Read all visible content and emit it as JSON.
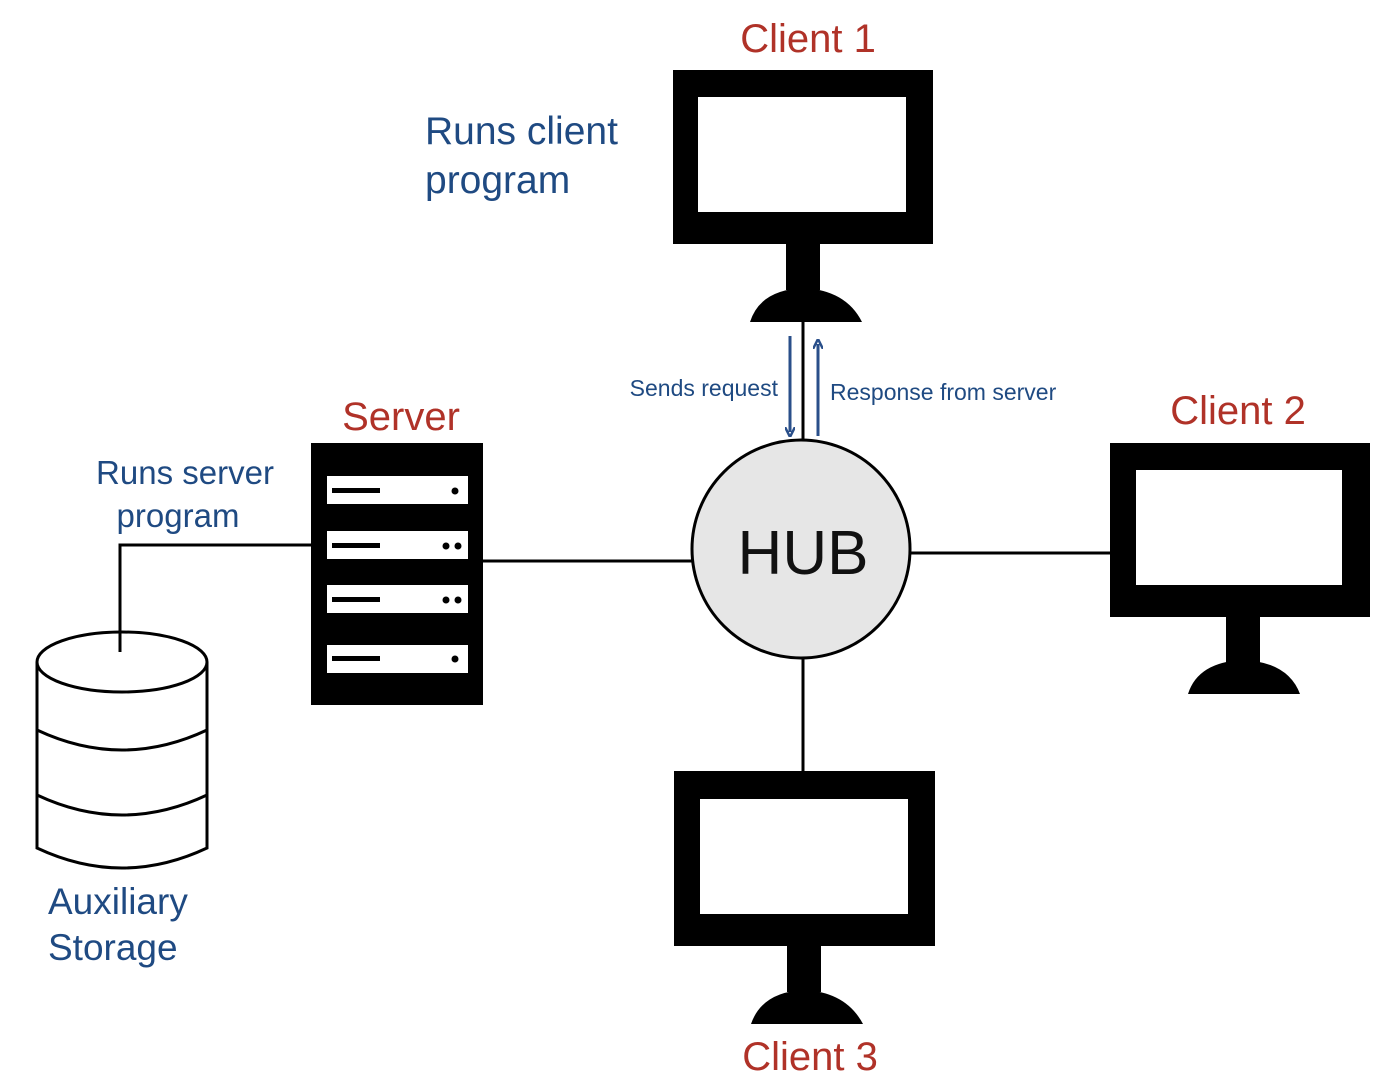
{
  "nodes": {
    "client1": {
      "label": "Client 1",
      "note_line1": "Runs client",
      "note_line2": "program"
    },
    "client2": {
      "label": "Client 2"
    },
    "client3": {
      "label": "Client 3"
    },
    "server": {
      "label": "Server",
      "note_line1": "Runs server",
      "note_line2": "program"
    },
    "storage": {
      "label_line1": "Auxiliary",
      "label_line2": "Storage"
    },
    "hub": {
      "label": "HUB"
    }
  },
  "arrows": {
    "request": {
      "label": "Sends request"
    },
    "response": {
      "label": "Response from server"
    }
  },
  "colors": {
    "label_red": "#b03228",
    "label_blue": "#1f4a82",
    "arrow_blue": "#2a4f8a",
    "hub_fill": "#e6e6e6",
    "device": "#000000"
  },
  "icons": [
    "monitor-icon",
    "server-rack-icon",
    "database-icon"
  ]
}
